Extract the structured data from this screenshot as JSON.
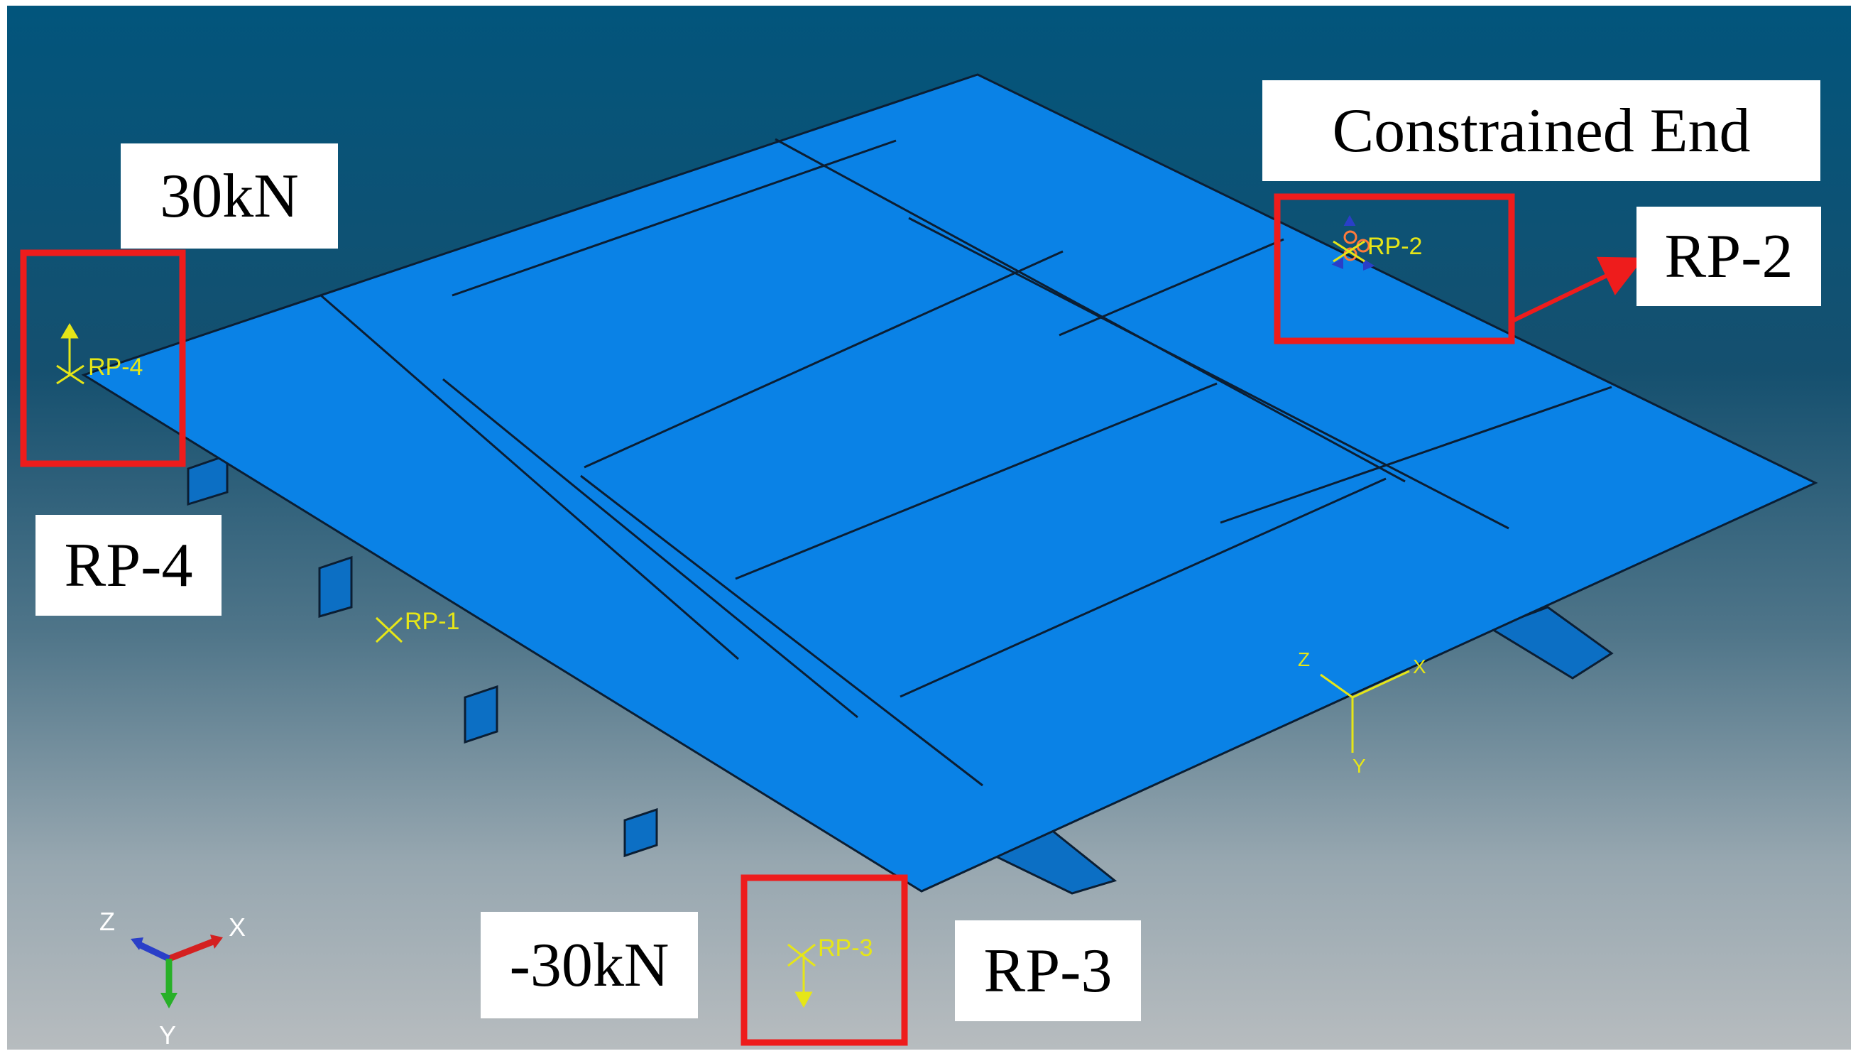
{
  "colors": {
    "background_top": "#02557c",
    "background_bottom": "#b7bcbf",
    "plate": "#0a82e6",
    "stiffener": "#0c6fc4",
    "edge": "#0b1e33",
    "marker": "#e6e617",
    "highlight": "#ee1c1c",
    "triad_x": "#d42020",
    "triad_y": "#28b028",
    "triad_z": "#2a3fc8"
  },
  "reference_points": [
    {
      "id": "rp1",
      "label": "RP-1",
      "load": "none"
    },
    {
      "id": "rp2",
      "label": "RP-2",
      "load": "fixed"
    },
    {
      "id": "rp3",
      "label": "RP-3",
      "load": "down-arrow"
    },
    {
      "id": "rp4",
      "label": "RP-4",
      "load": "up-arrow"
    }
  ],
  "callouts": {
    "load_rp4": "30kN",
    "rp4": "RP-4",
    "constrained_end": "Constrained End",
    "rp2": "RP-2",
    "load_rp3": "-30kN",
    "rp3": "RP-3"
  },
  "csys_triad": {
    "z": "Z",
    "x": "X",
    "y": "Y"
  },
  "view_triad": {
    "z": "Z",
    "x": "X",
    "y": "Y"
  }
}
